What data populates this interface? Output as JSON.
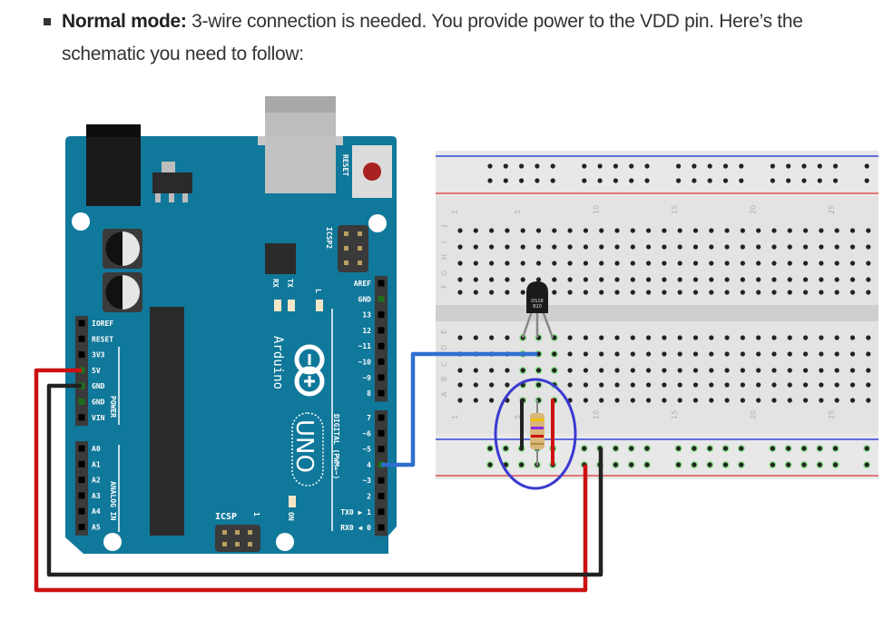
{
  "paragraph": {
    "bold_label": "Normal mode:",
    "text": " 3-wire connection is needed. You provide power to the VDD pin. Here’s the schematic you need to follow:"
  },
  "arduino": {
    "name": "Arduino",
    "model": "UNO",
    "reset_label": "RESET",
    "icsp2_label": "ICSP2",
    "icsp_label": "ICSP",
    "icsp_pin1": "1",
    "on_label": "ON",
    "rx_label": "RX",
    "tx_label": "TX",
    "l_label": "L",
    "power_group_label": "POWER",
    "analog_group_label": "ANALOG IN",
    "digital_group_label": "DIGITAL (PWM=~)",
    "power_pins": [
      "IOREF",
      "RESET",
      "3V3",
      "5V",
      "GND",
      "GND",
      "VIN"
    ],
    "analog_pins": [
      "A0",
      "A1",
      "A2",
      "A3",
      "A4",
      "A5"
    ],
    "digital_pins_top": [
      "AREF",
      "GND",
      "13",
      "12",
      "~11",
      "~10",
      "~9",
      "8"
    ],
    "digital_pins_bottom": [
      "7",
      "~6",
      "~5",
      "4",
      "~3",
      "2",
      "TX0 ▶ 1",
      "RX0 ◀ 0"
    ]
  },
  "breadboard": {
    "row_letters_top": [
      "J",
      "I",
      "H",
      "G",
      "F"
    ],
    "row_letters_bottom": [
      "E",
      "D",
      "C",
      "B",
      "A"
    ],
    "column_numbers": [
      "1",
      "5",
      "10",
      "15",
      "20",
      "25"
    ]
  },
  "sensor": {
    "label_line1": "DS18",
    "label_line2": "B20"
  },
  "wires": {
    "power_color": "#cc1111",
    "ground_color": "#222222",
    "data_color": "#2e6fd0"
  },
  "colors": {
    "board": "#10789a",
    "breadboard": "#e3e3e3",
    "highlight": "#3a3ad0"
  }
}
